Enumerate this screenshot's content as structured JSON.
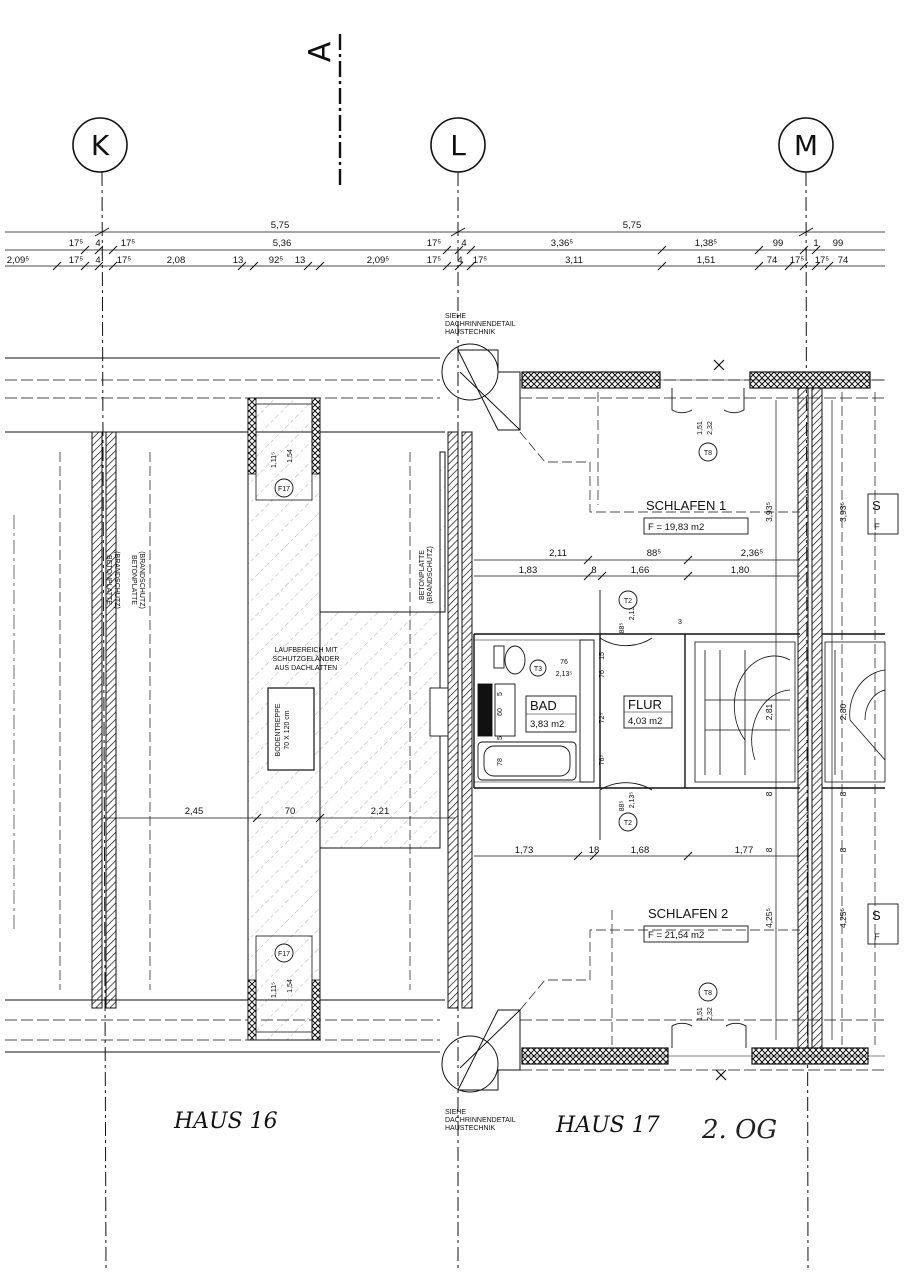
{
  "section_marker": "A",
  "axes": [
    "K",
    "L",
    "M"
  ],
  "dimensions": {
    "row1": {
      "left": "5,75",
      "right": "5,75"
    },
    "row2": [
      "17⁵",
      "4",
      "17⁵",
      "5,36",
      "17⁵",
      "4",
      "3,36⁵",
      "1,38⁵",
      "99",
      "1",
      "99"
    ],
    "row3": [
      "2,09⁵",
      "17⁵",
      "4",
      "17⁵",
      "2,08",
      "13",
      "92⁵",
      "13",
      "2,09⁵",
      "17⁵",
      "4",
      "17⁵",
      "3,11",
      "1,51",
      "74",
      "17⁵",
      "17⁵",
      "74"
    ],
    "interior": {
      "upper_row1": [
        "2,11",
        "88⁵",
        "2,36⁵"
      ],
      "upper_row2": [
        "1,83",
        "8",
        "1,66",
        "1,80"
      ],
      "lower_row": [
        "1,73",
        "18",
        "1,68",
        "1,77"
      ],
      "attic": [
        "2,45",
        "70",
        "2,21"
      ],
      "vertical_m_left": [
        "3,93⁵",
        "2,81",
        "8",
        "4,25⁵",
        "8"
      ],
      "vertical_m_right": [
        "3,93⁵",
        "2,80",
        "8",
        "4,25⁵",
        "8"
      ],
      "bath": [
        "76",
        "2,13⁵",
        "15",
        "76",
        "72⁵",
        "76⁵",
        "60",
        "5",
        "5",
        "78",
        "88⁵",
        "2,13⁵",
        "88⁵",
        "2,13⁵",
        "3",
        "1,51",
        "2,32",
        "1,51",
        "2,32",
        "1,11⁵",
        "1,54",
        "1,11⁵",
        "1,54"
      ]
    }
  },
  "notes": {
    "gutter_detail_top": [
      "SIEHE",
      "DACHRINNENDETAIL",
      "HAUSTECHNIK"
    ],
    "gutter_detail_bottom": [
      "SIEHE",
      "DACHRINNENDETAIL",
      "HAUSTECHNIK"
    ],
    "concrete_slab_1": [
      "BETONPLATTE",
      "(BRANDSCHUTZ)"
    ],
    "concrete_slab_2": [
      "BETONPLATTE",
      "(BRANDSCHUTZ)"
    ],
    "concrete_slab_3": [
      "BETONPLATTE",
      "(BRANDSCHUTZ)"
    ],
    "walkway": [
      "LAUFBEREICH MIT",
      "SCHUTZGELÄNDER",
      "AUS DACHLATTEN"
    ],
    "attic_stair": [
      "BODENTREPPE",
      "70 X 120 cm"
    ]
  },
  "rooms": [
    {
      "name": "SCHLAFEN 1",
      "area": "F = 19,83 m2"
    },
    {
      "name": "BAD",
      "area": "3,83 m2"
    },
    {
      "name": "FLUR",
      "area": "4,03 m2"
    },
    {
      "name": "SCHLAFEN 2",
      "area": "F = 21,54 m2"
    },
    {
      "name": "S",
      "area": "F"
    },
    {
      "name": "S",
      "area": "F"
    }
  ],
  "window_tags": [
    "T8",
    "T8",
    "T2",
    "T2",
    "T3",
    "F17",
    "F17"
  ],
  "handwritten": {
    "haus16": "HAUS 16",
    "haus17": "HAUS 17",
    "floor": "2. OG"
  }
}
